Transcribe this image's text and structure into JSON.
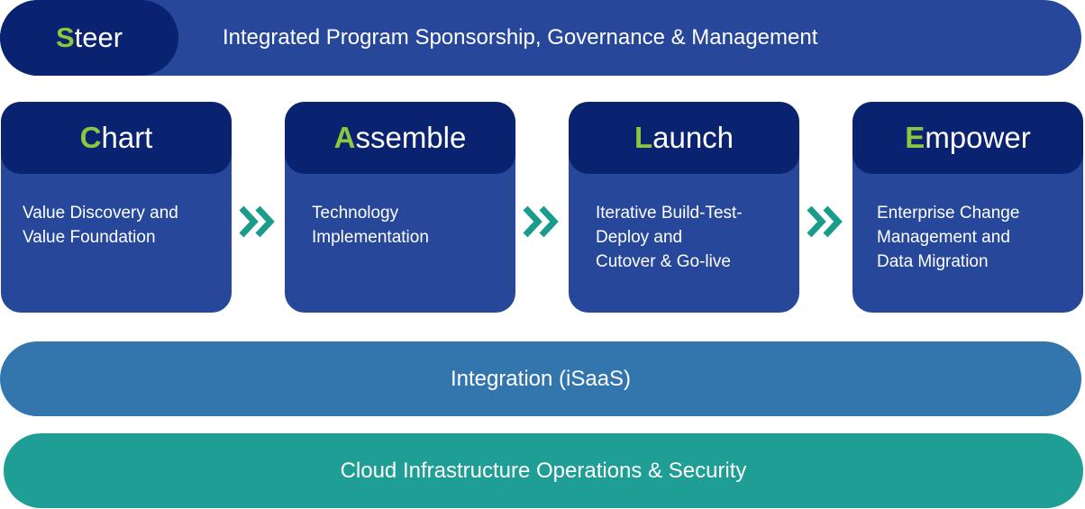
{
  "colors": {
    "dark_navy": "#0a2370",
    "navy": "#27489a",
    "accent_green": "#8dc63f",
    "integration_blue": "#3276ad",
    "cloud_teal": "#1f9e95",
    "chevron_teal": "#1a9c8c"
  },
  "steer": {
    "initial": "S",
    "rest": "teer",
    "description": "Integrated Program Sponsorship, Governance & Management"
  },
  "phases": [
    {
      "initial": "C",
      "rest": "hart",
      "description": "Value Discovery and\nValue Foundation"
    },
    {
      "initial": "A",
      "rest": "ssemble",
      "description": "Technology\nImplementation"
    },
    {
      "initial": "L",
      "rest": "aunch",
      "description": "Iterative Build-Test-\nDeploy and\nCutover & Go-live"
    },
    {
      "initial": "E",
      "rest": "mpower",
      "description": "Enterprise Change\nManagement and\nData Migration"
    }
  ],
  "arrow_icon": "double-chevron-right-icon",
  "integration": {
    "label": "Integration (iSaaS)"
  },
  "cloud": {
    "label": "Cloud Infrastructure Operations & Security"
  }
}
